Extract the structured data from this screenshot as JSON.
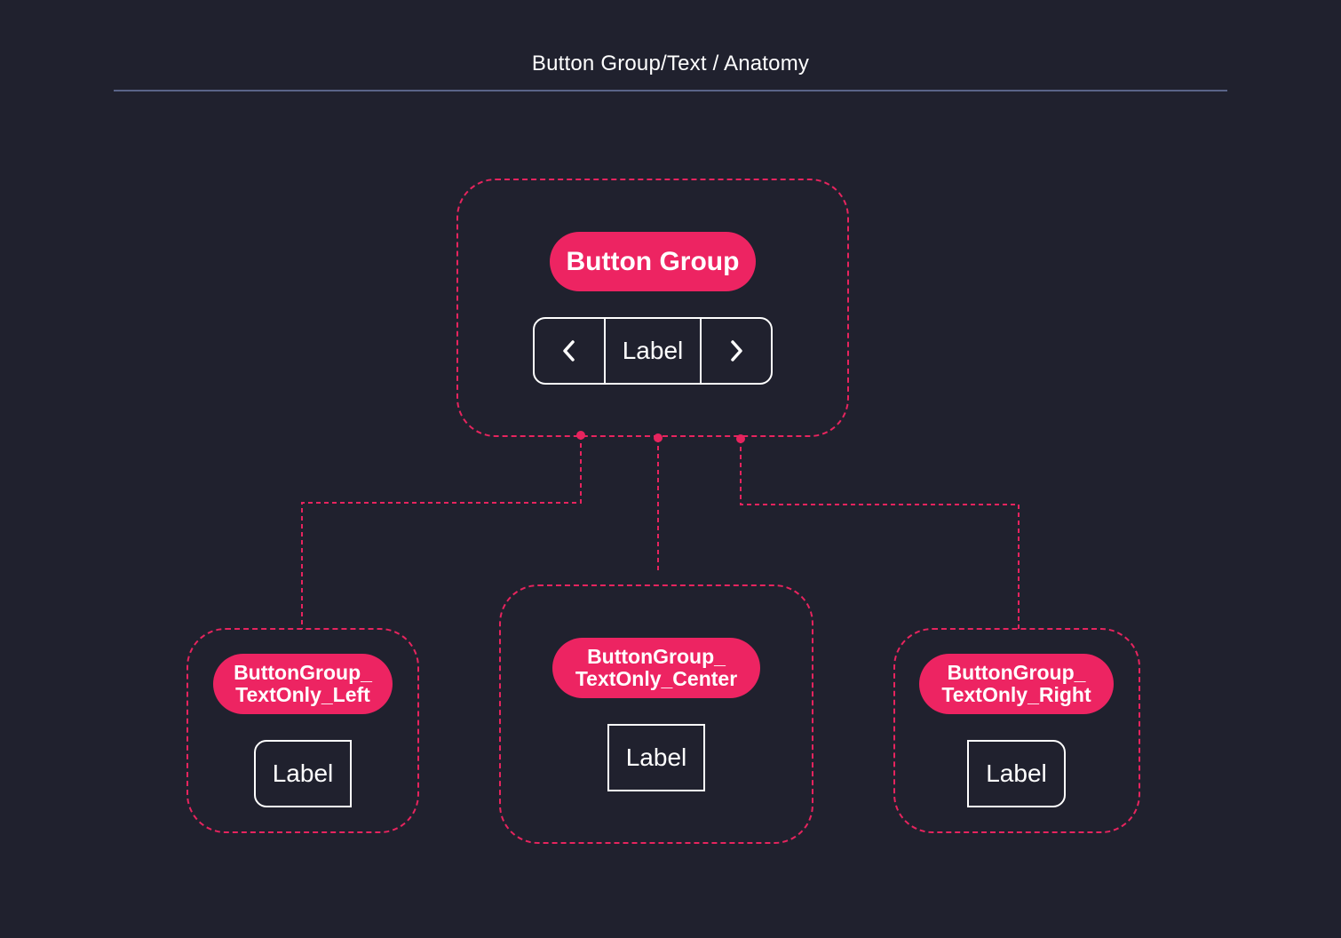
{
  "title": "Button Group/Text / Anatomy",
  "colors": {
    "background": "#20212e",
    "accent": "#ed2462",
    "rule": "#5a6488",
    "outline": "#ffffff"
  },
  "main": {
    "badge": "Button Group",
    "prev_icon": "chevron-left-icon",
    "label": "Label",
    "next_icon": "chevron-right-icon"
  },
  "variants": [
    {
      "badge": "ButtonGroup_\nTextOnly_Left",
      "label": "Label"
    },
    {
      "badge": "ButtonGroup_\nTextOnly_Center",
      "label": "Label"
    },
    {
      "badge": "ButtonGroup_\nTextOnly_Right",
      "label": "Label"
    }
  ]
}
